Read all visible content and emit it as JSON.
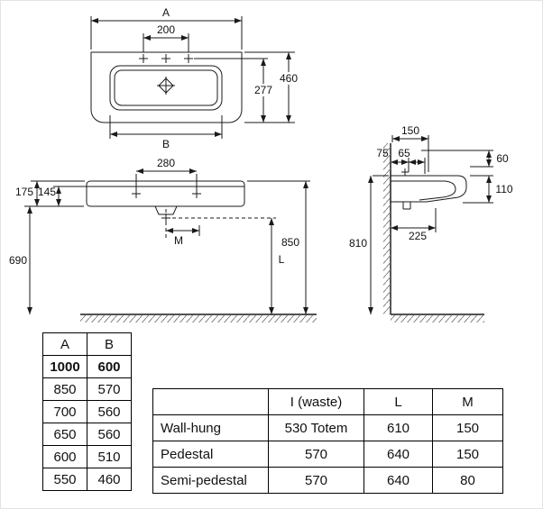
{
  "drawing": {
    "plan": {
      "width_label": "A",
      "hole_spacing": "200",
      "total_depth": "460",
      "bowl_depth": "277",
      "bowl_width_label": "B"
    },
    "front": {
      "hole_span": "280",
      "edge_height": "175",
      "apron_height": "145",
      "underside_height": "690",
      "m_label": "M",
      "l_label": "L",
      "rim_height": "850"
    },
    "side": {
      "hole_offset": "150",
      "wall_gap": "75",
      "hole_gap": "65",
      "overflow_drop": "60",
      "front_height": "110",
      "waste_offset": "225",
      "back_height": "810"
    }
  },
  "ab_table": {
    "col_a": "A",
    "col_b": "B",
    "rows": [
      [
        "1000",
        "600"
      ],
      [
        "850",
        "570"
      ],
      [
        "700",
        "560"
      ],
      [
        "650",
        "560"
      ],
      [
        "600",
        "510"
      ],
      [
        "550",
        "460"
      ]
    ]
  },
  "mount_table": {
    "headers": {
      "type": "",
      "waste": "I (waste)",
      "l": "L",
      "m": "M"
    },
    "rows": [
      {
        "type": "Wall-hung",
        "waste": "530 Totem",
        "l": "610",
        "m": "150"
      },
      {
        "type": "Pedestal",
        "waste": "570",
        "l": "640",
        "m": "150"
      },
      {
        "type": "Semi-pedestal",
        "waste": "570",
        "l": "640",
        "m": "80"
      }
    ]
  }
}
